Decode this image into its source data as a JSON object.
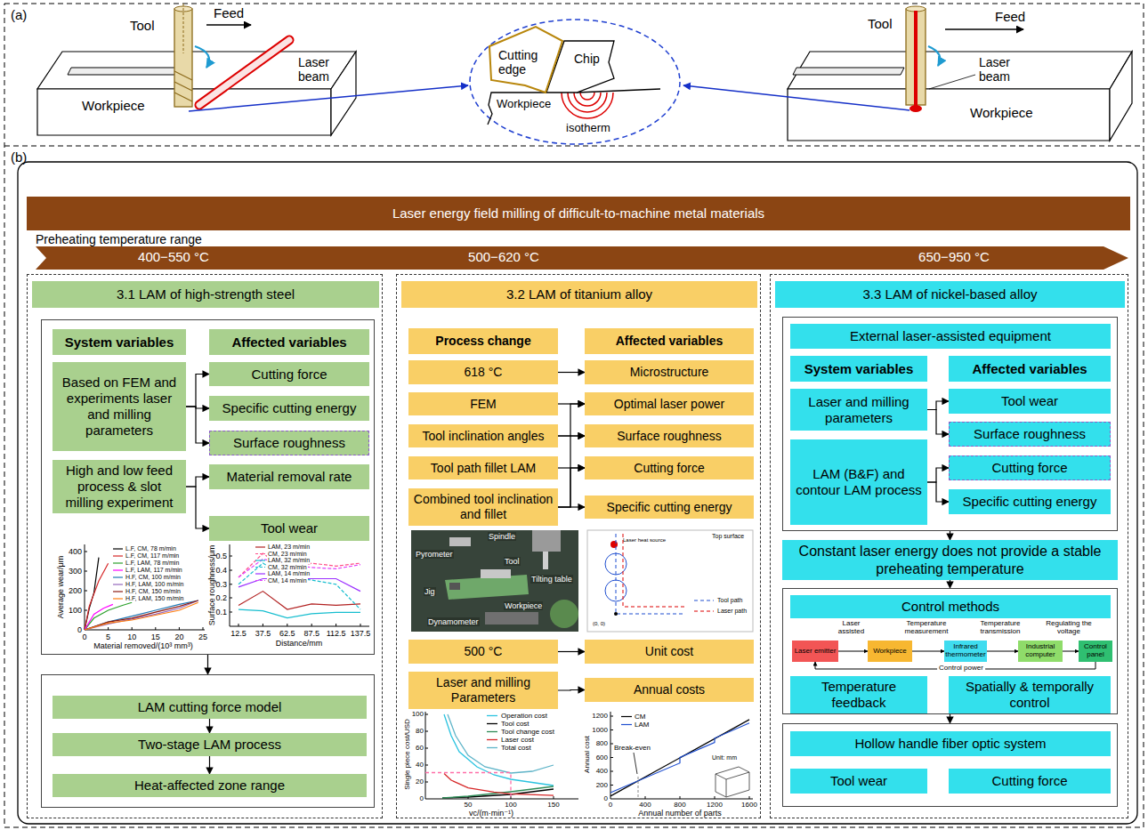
{
  "diagram": {
    "nodes": [
      {
        "text": [
          "Laser energy field milling of difficult-to-machine metal materials"
        ]
      },
      {
        "text": [
          "Preheating temperature range",
          "400−550 °C",
          "500−620 °C",
          "650−950 °C"
        ]
      },
      {
        "text": [
          "3.1 LAM of high-strength steel"
        ]
      },
      {
        "text": [],
        "in": 2
      },
      {
        "text": [
          "System variables"
        ],
        "in": 3
      },
      {
        "text": [
          "Affected variables"
        ],
        "in": 3
      },
      {
        "text": [
          "Based on FEM and experiments laser and milling parameters"
        ],
        "in": 3
      },
      {
        "text": [
          "Cutting force"
        ],
        "in": 3
      },
      {
        "text": [
          "Specific cutting energy"
        ],
        "in": 3
      },
      {
        "text": [
          "Surface roughness"
        ],
        "in": 3
      },
      {
        "text": [
          "High and low feed process & slot milling experiment"
        ],
        "in": 3
      },
      {
        "text": [
          "Material removal rate"
        ],
        "in": 3
      },
      {
        "text": [
          "Tool wear"
        ],
        "in": 3
      },
      {
        "text": [],
        "in": 2
      },
      {
        "text": [
          "LAM cutting force model"
        ],
        "in": 13
      },
      {
        "text": [
          "Two-stage LAM process"
        ],
        "in": 13
      },
      {
        "text": [
          "Heat-affected zone range"
        ],
        "in": 13
      },
      {
        "text": [
          "3.2 LAM of titanium alloy"
        ]
      },
      {
        "text": [
          "Process change"
        ],
        "in": 17
      },
      {
        "text": [
          "Affected variables"
        ],
        "in": 17
      },
      {
        "text": [
          "618 °C"
        ],
        "in": 17
      },
      {
        "text": [
          "Microstructure"
        ],
        "in": 17
      },
      {
        "text": [
          "FEM"
        ],
        "in": 17
      },
      {
        "text": [
          "Optimal laser power"
        ],
        "in": 17
      },
      {
        "text": [
          "Tool inclination angles"
        ],
        "in": 17
      },
      {
        "text": [
          "Surface roughness"
        ],
        "in": 17
      },
      {
        "text": [
          "Tool path fillet LAM"
        ],
        "in": 17
      },
      {
        "text": [
          "Cutting force"
        ],
        "in": 17
      },
      {
        "text": [
          "Combined tool inclination and fillet"
        ],
        "in": 17
      },
      {
        "text": [
          "Specific cutting energy"
        ],
        "in": 17
      },
      {
        "text": [
          "500 °C"
        ],
        "in": 17
      },
      {
        "text": [
          "Unit cost"
        ],
        "in": 17
      },
      {
        "text": [
          "Laser and milling Parameters"
        ],
        "in": 17
      },
      {
        "text": [
          "Annual costs"
        ],
        "in": 17
      },
      {
        "text": [
          "3.3 LAM of nickel-based alloy"
        ]
      },
      {
        "text": [
          "External laser-assisted equipment"
        ],
        "in": 34
      },
      {
        "text": [
          "System variables"
        ],
        "in": 35
      },
      {
        "text": [
          "Affected variables"
        ],
        "in": 35
      },
      {
        "text": [
          "Laser and milling parameters"
        ],
        "in": 35
      },
      {
        "text": [
          "Tool wear"
        ],
        "in": 35
      },
      {
        "text": [
          "Surface roughness"
        ],
        "in": 35
      },
      {
        "text": [
          "LAM (B&F) and contour LAM process"
        ],
        "in": 35
      },
      {
        "text": [
          "Cutting force"
        ],
        "in": 35
      },
      {
        "text": [
          "Specific cutting energy"
        ],
        "in": 35
      },
      {
        "text": [
          "Constant laser energy does not provide a stable preheating temperature"
        ],
        "in": 34
      },
      {
        "text": [
          "Control methods"
        ],
        "in": 34
      },
      {
        "text": [
          "Laser emitter"
        ],
        "in": 45
      },
      {
        "text": [
          "Workpiece"
        ],
        "in": 45
      },
      {
        "text": [
          "Infrared thermometer"
        ],
        "in": 45
      },
      {
        "text": [
          "Industrial computer"
        ],
        "in": 45
      },
      {
        "text": [
          "Control panel"
        ],
        "in": 45
      },
      {
        "text": [
          "Temperature feedback"
        ],
        "in": 45
      },
      {
        "text": [
          "Spatially & temporally control"
        ],
        "in": 45
      },
      {
        "text": [
          "Hollow handle fiber optic system"
        ],
        "in": 34
      },
      {
        "text": [
          "Tool wear"
        ],
        "in": 53
      },
      {
        "text": [
          "Cutting force"
        ],
        "in": 53
      }
    ],
    "edges": [
      {
        "from": 6,
        "to": 7,
        "arrow": "to"
      },
      {
        "from": 6,
        "to": 8,
        "arrow": "to"
      },
      {
        "from": 6,
        "to": 9,
        "arrow": "to"
      },
      {
        "from": 10,
        "to": 11,
        "arrow": "to"
      },
      {
        "from": 10,
        "to": 12,
        "arrow": "to"
      },
      {
        "from": 3,
        "to": 13,
        "arrow": "to"
      },
      {
        "from": 14,
        "to": 15,
        "arrow": "to"
      },
      {
        "from": 15,
        "to": 16,
        "arrow": "to"
      },
      {
        "from": 20,
        "to": 21,
        "arrow": "to"
      },
      {
        "from": 22,
        "to": 23,
        "arrow": "to"
      },
      {
        "from": 24,
        "to": 23,
        "arrow": "to"
      },
      {
        "from": 24,
        "to": 25,
        "arrow": "to"
      },
      {
        "from": 26,
        "to": 27,
        "arrow": "to"
      },
      {
        "from": 28,
        "to": 25,
        "arrow": "to"
      },
      {
        "from": 28,
        "to": 27,
        "arrow": "to"
      },
      {
        "from": 28,
        "to": 29,
        "arrow": "to"
      },
      {
        "from": 30,
        "to": 31,
        "arrow": "to"
      },
      {
        "from": 32,
        "to": 33,
        "arrow": "to"
      },
      {
        "from": 38,
        "to": 39,
        "arrow": "to"
      },
      {
        "from": 38,
        "to": 40,
        "arrow": "to"
      },
      {
        "from": 41,
        "to": 42,
        "arrow": "to"
      },
      {
        "from": 41,
        "to": 43,
        "arrow": "to"
      },
      {
        "from": 35,
        "to": 44,
        "arrow": "to"
      },
      {
        "from": 44,
        "to": 45,
        "arrow": "to"
      },
      {
        "from": 45,
        "to": 53,
        "arrow": "to"
      },
      {
        "from": 46,
        "to": 47,
        "label": "Laser assisted",
        "arrow": "to"
      },
      {
        "from": 47,
        "to": 48,
        "label": "Temperature measurement",
        "arrow": "to"
      },
      {
        "from": 48,
        "to": 49,
        "label": "Temperature transmission",
        "arrow": "to"
      },
      {
        "from": 49,
        "to": 50,
        "label": "Regulating the voltage",
        "arrow": "to"
      },
      {
        "from": 50,
        "to": 46,
        "label": "Control power",
        "arrow": "to"
      }
    ],
    "labels": [
      "(a)",
      "Tool",
      "Feed",
      "Laser beam",
      "Workpiece",
      "Cutting edge",
      "Chip",
      "Workpiece",
      "isotherm",
      "Tool",
      "Feed",
      "Laser beam",
      "Workpiece",
      "(b)",
      "0",
      "100",
      "200",
      "300",
      "400",
      "0",
      "5",
      "10",
      "15",
      "20",
      "25",
      "Average wear/μm",
      "Material removed/(10³ mm³)",
      "0.1",
      "0.2",
      "0.3",
      "0.4",
      "0.5",
      "12.5",
      "37.5",
      "62.5",
      "87.5",
      "112.5",
      "137.5",
      "Surface roughness/μm",
      "Distance/mm",
      "Spindle",
      "Pyrometer",
      "Tool",
      "Tilting table",
      "Jig",
      "Workpiece",
      "Dynamometer",
      "Top surface",
      "Laser heat source",
      "Tool path",
      "Laser path",
      "(0, 0)",
      "0",
      "20",
      "40",
      "60",
      "80",
      "100",
      "50",
      "100",
      "150",
      "Single piece cost/USD",
      "vc/(m·min⁻¹)",
      "0",
      "200",
      "400",
      "600",
      "800",
      "1000",
      "1200",
      "0",
      "400",
      "800",
      "1200",
      "1600",
      "Annual cost",
      "Annual number of parts",
      "Break-even",
      "Unit: mm"
    ],
    "legend": [
      {
        "text": "L.F, CM, 78 m/min"
      },
      {
        "text": "L.F, CM, 117 m/min"
      },
      {
        "text": "L.F, LAM, 78 m/min"
      },
      {
        "text": "L.F, LAM, 117 m/min"
      },
      {
        "text": "H.F, CM, 100 m/min"
      },
      {
        "text": "H.F, LAM, 100 m/min"
      },
      {
        "text": "H.F, CM, 150 m/min"
      },
      {
        "text": "H.F, LAM, 150 m/min"
      },
      {
        "text": "LAM, 23 m/min"
      },
      {
        "text": "CM, 23 m/min"
      },
      {
        "text": "LAM, 32 m/min"
      },
      {
        "text": "CM, 32 m/min"
      },
      {
        "text": "LAM, 14 m/min"
      },
      {
        "text": "CM, 14 m/min"
      },
      {
        "text": "Operation cost"
      },
      {
        "text": "Tool cost"
      },
      {
        "text": "Tool change cost"
      },
      {
        "text": "Laser cost"
      },
      {
        "text": "Total cost"
      },
      {
        "text": "CM"
      },
      {
        "text": "LAM"
      }
    ]
  }
}
